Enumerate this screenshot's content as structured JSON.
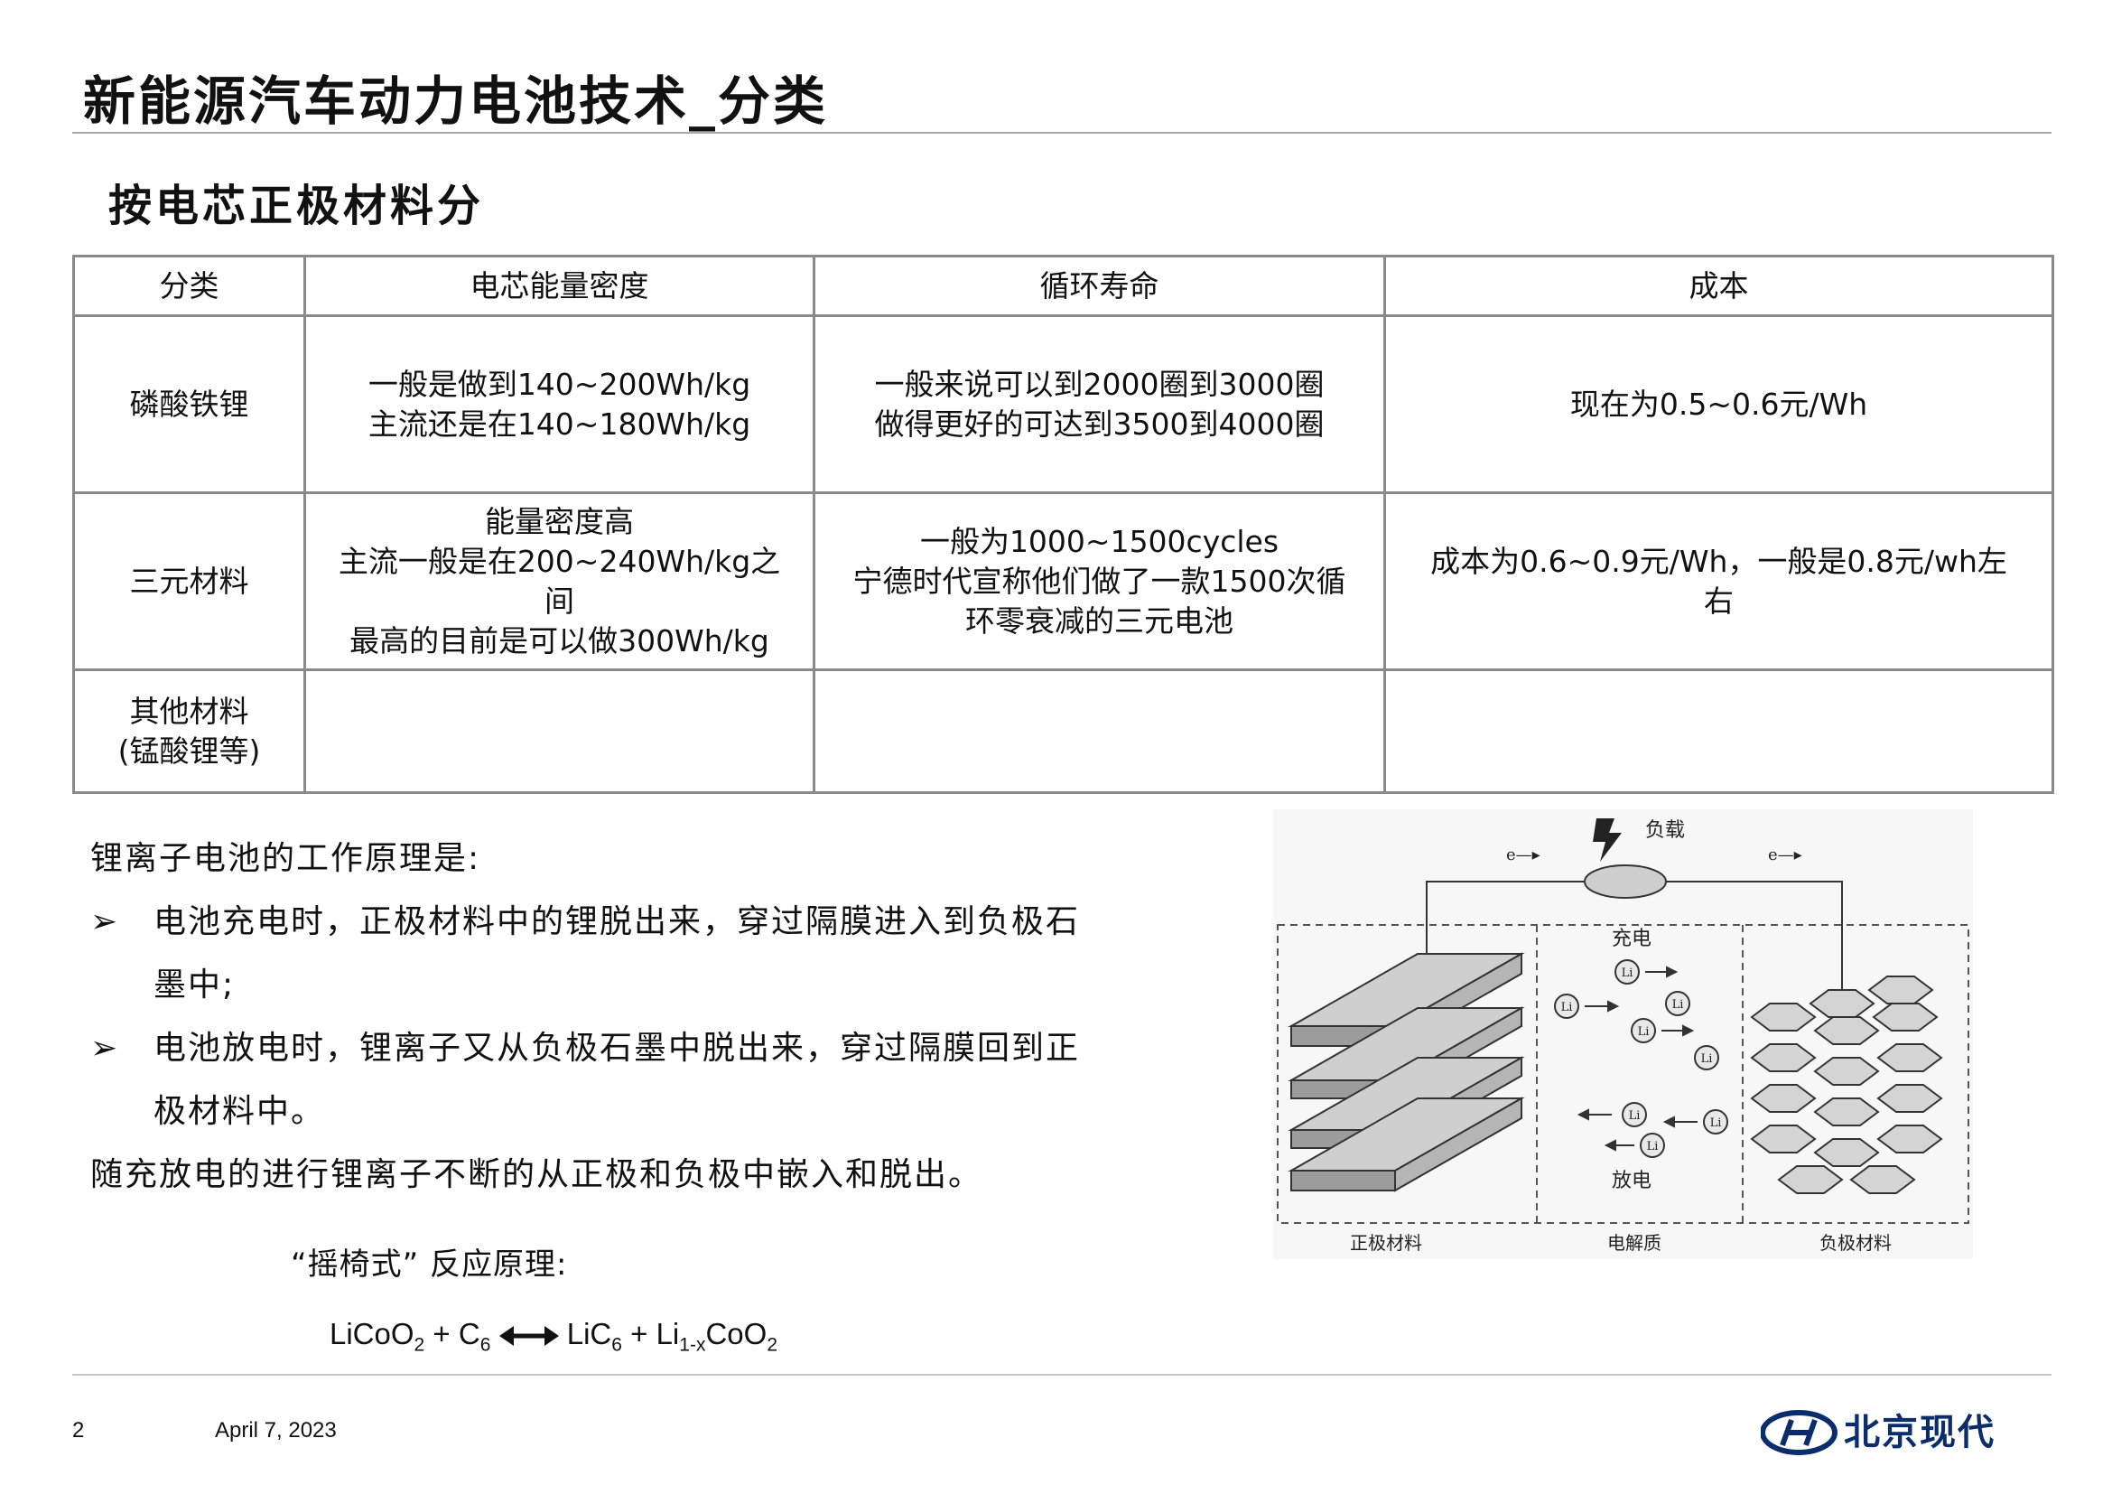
{
  "header": {
    "title": "新能源汽车动力电池技术_分类"
  },
  "subtitle": "按电芯正极材料分",
  "table": {
    "headers": [
      "分类",
      "电芯能量密度",
      "循环寿命",
      "成本"
    ],
    "rows": [
      {
        "category": "磷酸铁锂",
        "energy_density": [
          "一般是做到140~200Wh/kg",
          "主流还是在140~180Wh/kg"
        ],
        "cycle_life": [
          "一般来说可以到2000圈到3000圈",
          "做得更好的可达到3500到4000圈"
        ],
        "cost": "现在为0.5~0.6元/Wh"
      },
      {
        "category": "三元材料",
        "energy_density": [
          "能量密度高",
          "主流一般是在200~240Wh/kg之",
          "间",
          "最高的目前是可以做300Wh/kg"
        ],
        "cycle_life": [
          "一般为1000~1500cycles",
          "宁德时代宣称他们做了一款1500次循",
          "环零衰减的三元电池"
        ],
        "cost": [
          "成本为0.6~0.9元/Wh，一般是0.8元/wh左",
          "右"
        ]
      },
      {
        "category": [
          "其他材料",
          "(锰酸锂等)"
        ],
        "energy_density": "",
        "cycle_life": "",
        "cost": ""
      }
    ]
  },
  "principle": {
    "intro": "锂离子电池的工作原理是:",
    "bullet_marker": "➢",
    "bullets": [
      {
        "line1": "电池充电时，正极材料中的锂脱出来，穿过隔膜进入到负极石",
        "line2": "墨中;"
      },
      {
        "line1": "电池放电时，锂离子又从负极石墨中脱出来，穿过隔膜回到正",
        "line2": "极材料中。"
      }
    ],
    "conclusion": "随充放电的进行锂离子不断的从正极和负极中嵌入和脱出。"
  },
  "reaction": {
    "label": "“摇椅式” 反应原理:",
    "formula": {
      "t1": "LiCoO",
      "t1_sub": "2",
      "plus1": "+",
      "t2": "C",
      "t2_sub": "6",
      "t3": "LiC",
      "t3_sub": "6",
      "plus2": "+",
      "t4a": "Li",
      "t4_sub": "1-x",
      "t4b": "CoO",
      "t4b_sub": "2"
    }
  },
  "diagram": {
    "load_label": "负载",
    "electron_left": "e—▸",
    "electron_right": "e—▸",
    "charge_label": "充电",
    "discharge_label": "放电",
    "ion_label": "Li",
    "cathode_label": "正极材料",
    "electrolyte_label": "电解质",
    "anode_label": "负极材料"
  },
  "footer": {
    "page_number": "2",
    "date": "April 7, 2023",
    "brand": "北京现代",
    "brand_color": "#0b2d6b"
  }
}
